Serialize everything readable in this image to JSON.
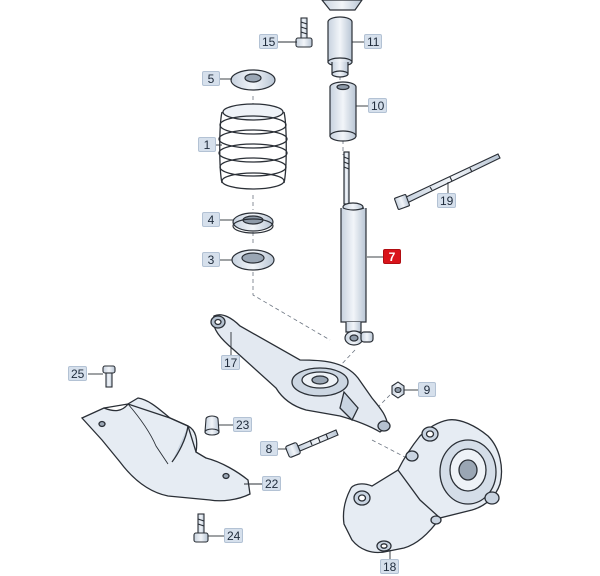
{
  "diagram": {
    "callouts": {
      "p1": "1",
      "p3": "3",
      "p4": "4",
      "p5": "5",
      "p7": "7",
      "p8": "8",
      "p9": "9",
      "p10": "10",
      "p11": "11",
      "p15": "15",
      "p17": "17",
      "p18": "18",
      "p19": "19",
      "p22": "22",
      "p23": "23",
      "p24": "24",
      "p25": "25"
    },
    "colors": {
      "part_fill": "#e6ecf3",
      "part_shade": "#c9d4e1",
      "outline": "#2a2f36",
      "label_bg": "#d6e0ec",
      "highlight": "#d9141b"
    }
  }
}
